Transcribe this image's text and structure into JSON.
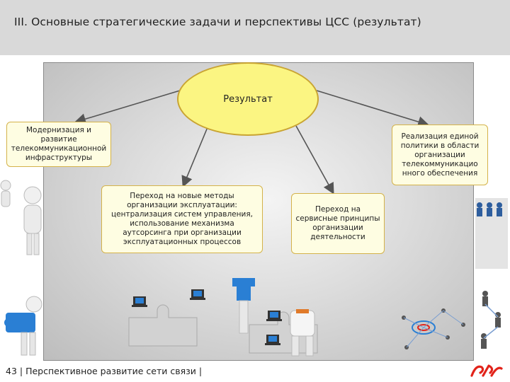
{
  "header": {
    "title": "III. Основные стратегические задачи и перспективы ЦСС (результат)"
  },
  "diagram": {
    "center": "Результат",
    "boxes": {
      "top_left": "Модернизация и развитие телекоммуникационной инфраструктуры",
      "top_right": "Реализация единой политики в области организации телекоммуникацио нного обеспечения",
      "middle_left": "Переход на новые методы организации эксплуатации: централизация систем управления, использование механизма аутсорсинга при организации эксплуатационных процессов",
      "middle_right": "Переход на сервисные принципы организации деятельности"
    }
  },
  "footer": {
    "text": "43 | Перспективное развитие сети связи |"
  },
  "colors": {
    "ellipse_fill": "#fbf582",
    "box_fill": "#fefde2",
    "box_border": "#d4b24a",
    "header_bg": "#d9d9d9",
    "logo": "#e2231a"
  },
  "icons": [
    "puzzle-figure-icon",
    "laptop-icon",
    "people-network-icon",
    "rzd-logo-icon"
  ]
}
